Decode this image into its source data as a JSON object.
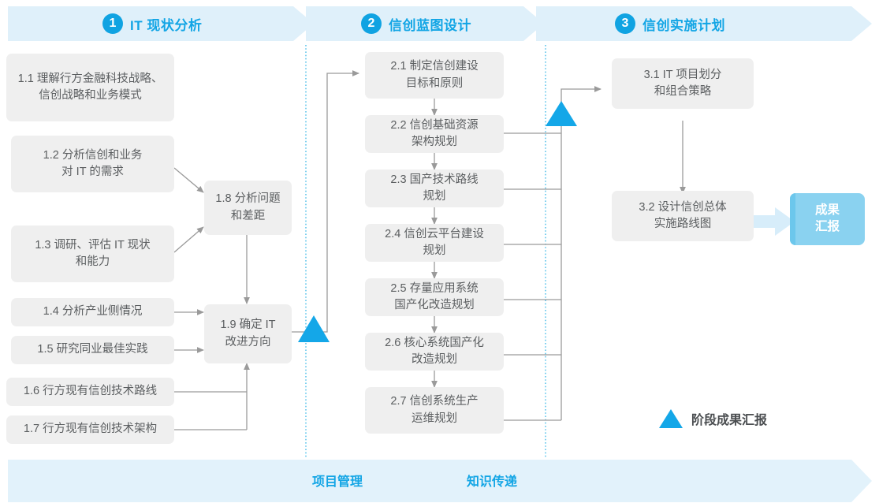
{
  "diagram": {
    "title_phases": [
      {
        "num": "1",
        "title": "IT 现状分析"
      },
      {
        "num": "2",
        "title": "信创蓝图设计"
      },
      {
        "num": "3",
        "title": "信创实施计划"
      }
    ],
    "phase1_nodes": [
      {
        "id": "1.1",
        "text": "1.1 理解行方金融科技战略、\n信创战略和业务模式"
      },
      {
        "id": "1.2",
        "text": "1.2 分析信创和业务\n对 IT 的需求"
      },
      {
        "id": "1.3",
        "text": "1.3 调研、评估 IT 现状\n和能力"
      },
      {
        "id": "1.4",
        "text": "1.4 分析产业侧情况"
      },
      {
        "id": "1.5",
        "text": "1.5 研究同业最佳实践"
      },
      {
        "id": "1.6",
        "text": "1.6 行方现有信创技术路线"
      },
      {
        "id": "1.7",
        "text": "1.7 行方现有信创技术架构"
      },
      {
        "id": "1.8",
        "text": "1.8 分析问题\n和差距"
      },
      {
        "id": "1.9",
        "text": "1.9 确定 IT\n改进方向"
      }
    ],
    "phase2_nodes": [
      {
        "id": "2.1",
        "text": "2.1 制定信创建设\n目标和原则"
      },
      {
        "id": "2.2",
        "text": "2.2 信创基础资源\n架构规划"
      },
      {
        "id": "2.3",
        "text": "2.3 国产技术路线\n规划"
      },
      {
        "id": "2.4",
        "text": "2.4 信创云平台建设\n规划"
      },
      {
        "id": "2.5",
        "text": "2.5 存量应用系统\n国产化改造规划"
      },
      {
        "id": "2.6",
        "text": "2.6 核心系统国产化\n改造规划"
      },
      {
        "id": "2.7",
        "text": "2.7 信创系统生产\n运维规划"
      }
    ],
    "phase3_nodes": [
      {
        "id": "3.1",
        "text": "3.1 IT 项目划分\n和组合策略"
      },
      {
        "id": "3.2",
        "text": "3.2 设计信创总体\n实施路线图"
      }
    ],
    "result_chip": "成果\n汇报",
    "legend": {
      "label": "阶段成果汇报",
      "icon": "triangle-icon"
    },
    "footer_labels": [
      "项目管理",
      "知识传递"
    ],
    "colors": {
      "accent": "#12a5e5",
      "band": "#dff0fa",
      "node_bg": "#efefef",
      "node_text": "#5b5e60",
      "connector": "#9a9a9a",
      "milestone": "#14a7e8",
      "chip_bg": "#8ad2f0",
      "chip_edge": "#6cc7ec",
      "chip_arrow": "#d7edfa",
      "divider": "#49bde8"
    }
  }
}
